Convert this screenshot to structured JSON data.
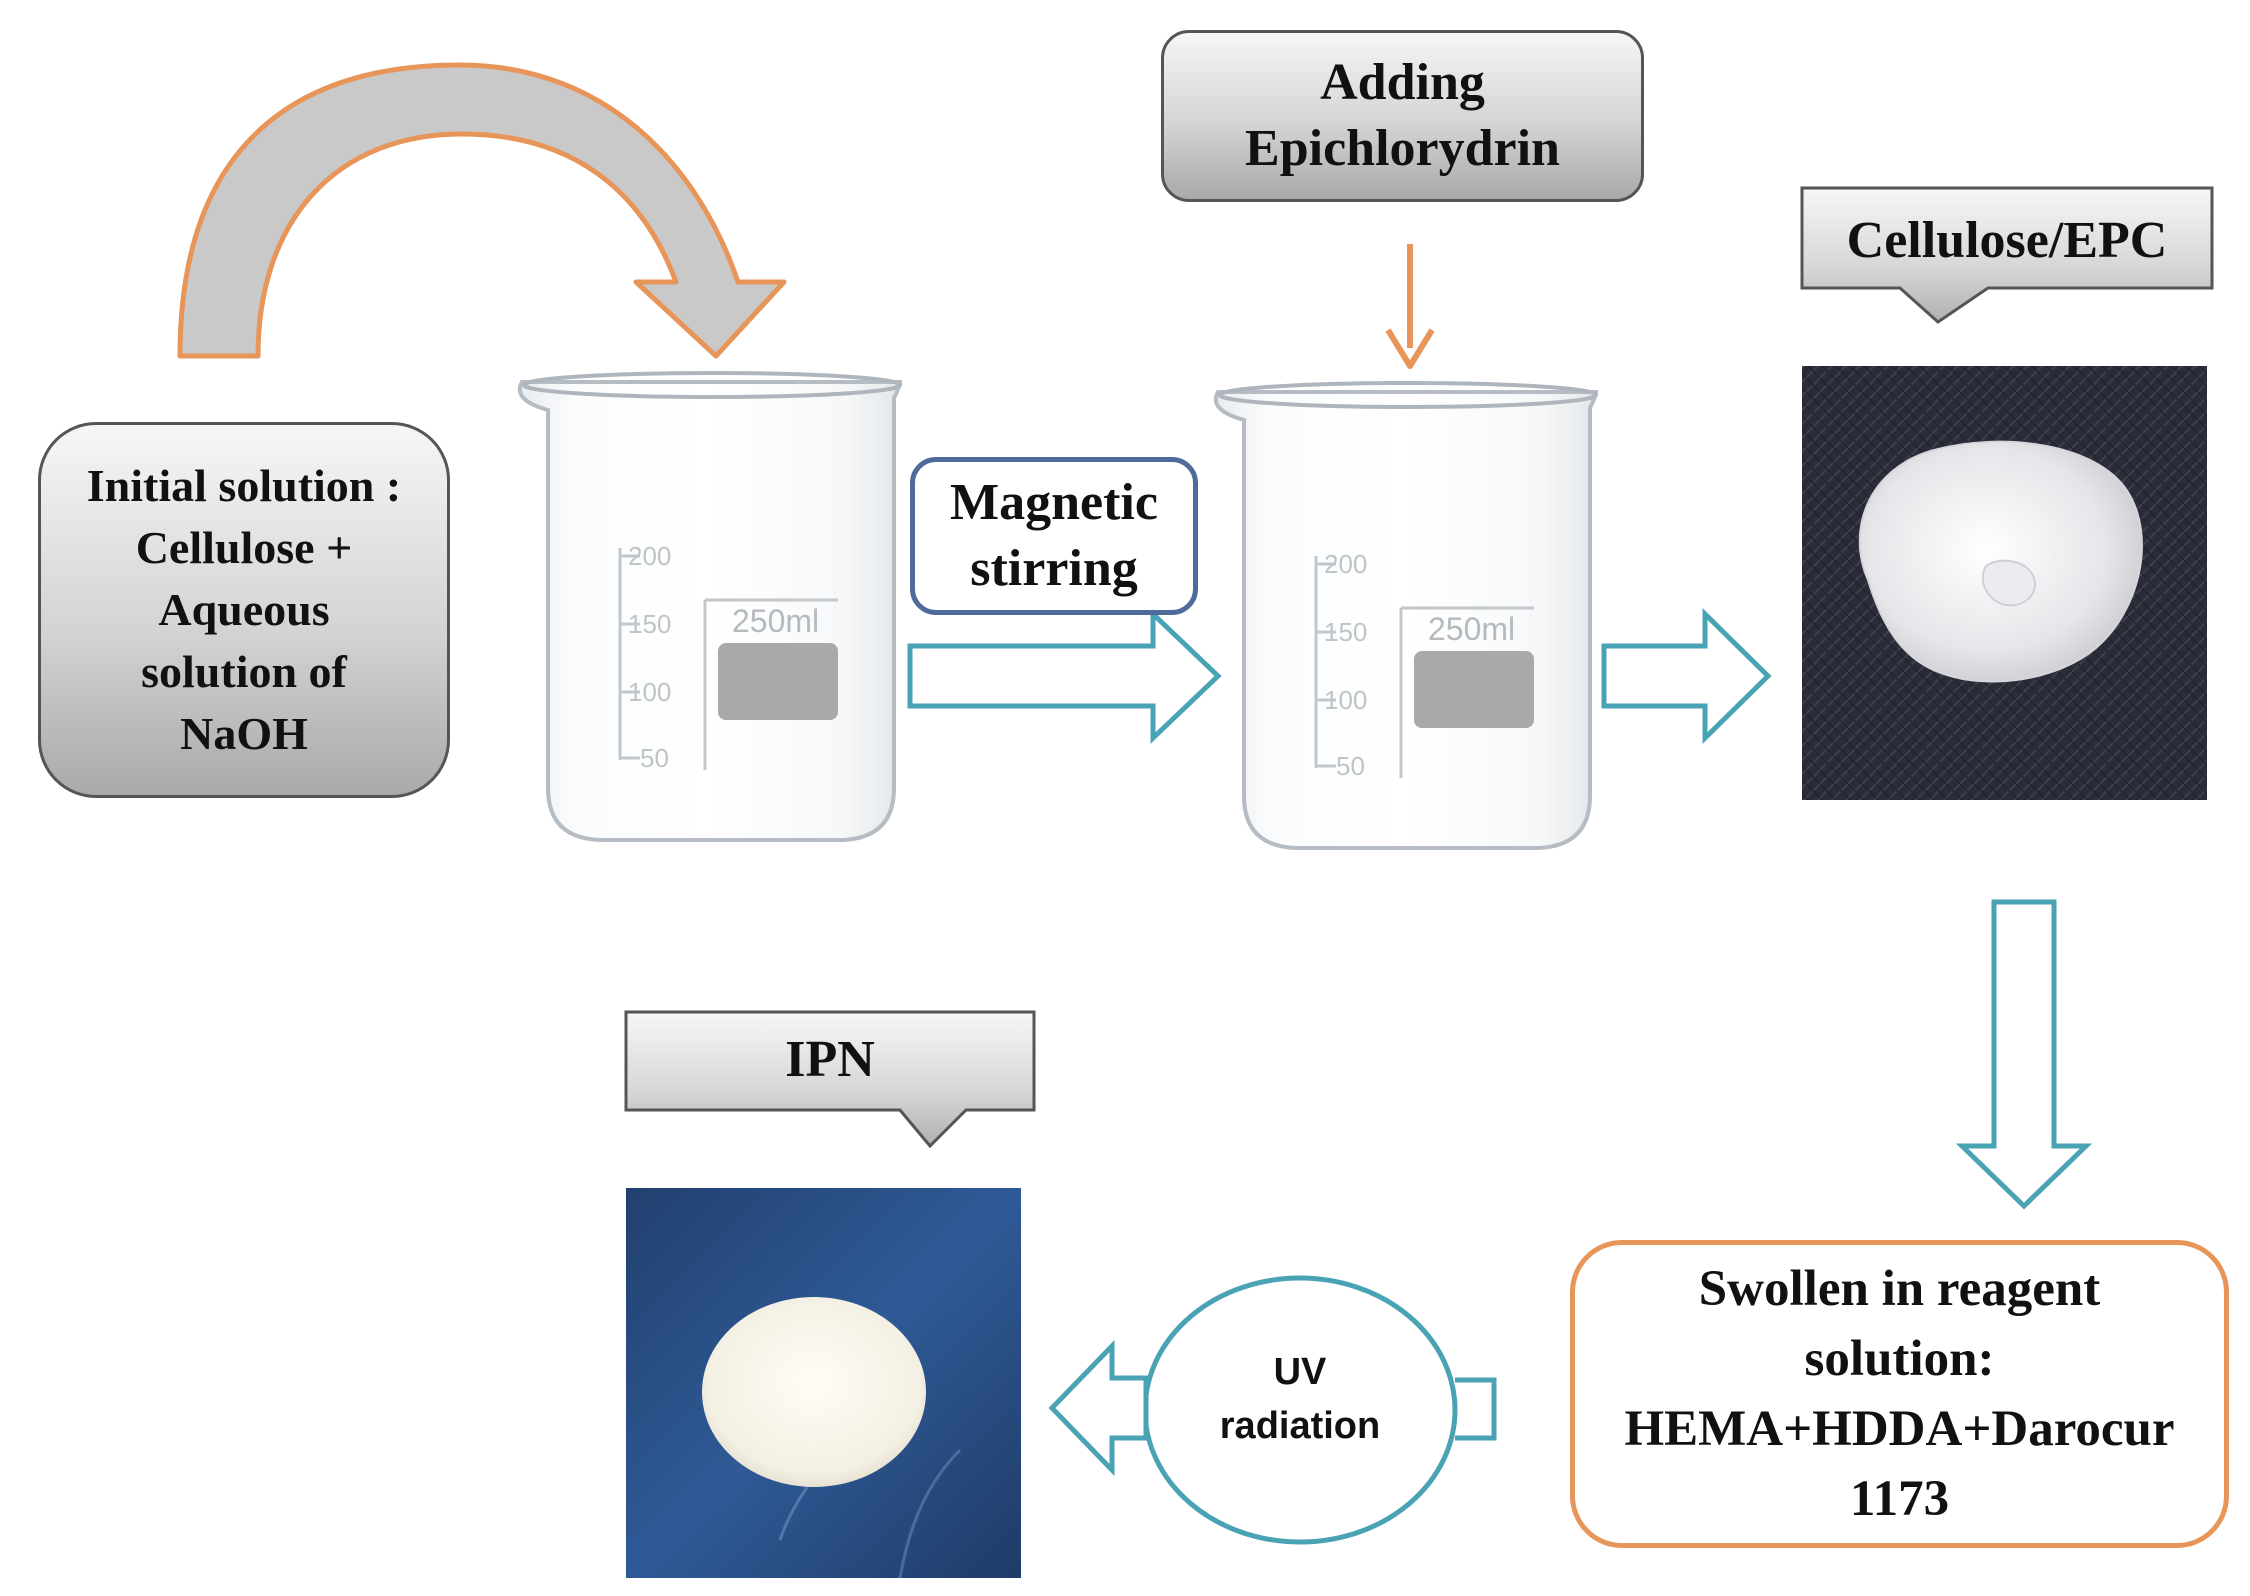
{
  "initial_solution": {
    "lines": [
      "Initial solution :",
      "Cellulose +",
      "Aqueous",
      "solution of",
      "NaOH"
    ]
  },
  "adding": {
    "lines": [
      "Adding",
      "Epichlorydrin"
    ]
  },
  "magnetic": {
    "lines": [
      "Magnetic",
      "stirring"
    ]
  },
  "cellulose_epc": {
    "label": "Cellulose/EPC"
  },
  "swollen": {
    "lines": [
      "Swollen in reagent",
      "solution:",
      "HEMA+HDDA+Darocur",
      "1173"
    ]
  },
  "uv": {
    "lines": [
      "UV",
      "radiation"
    ]
  },
  "ipn": {
    "label": "IPN"
  },
  "beaker_1": {
    "marks": [
      "200",
      "150",
      "100",
      "50"
    ],
    "capacity": "250ml"
  },
  "beaker_2": {
    "marks": [
      "200",
      "150",
      "100",
      "50"
    ],
    "capacity": "250ml"
  },
  "colors": {
    "orange_arrow": "#e8955a",
    "teal_arrow": "#4aa3b5",
    "blue_box_border": "#4e6b9b",
    "photo_dark_bg": "#2a2c38",
    "photo_blue_bg": "#2c4f8a"
  }
}
